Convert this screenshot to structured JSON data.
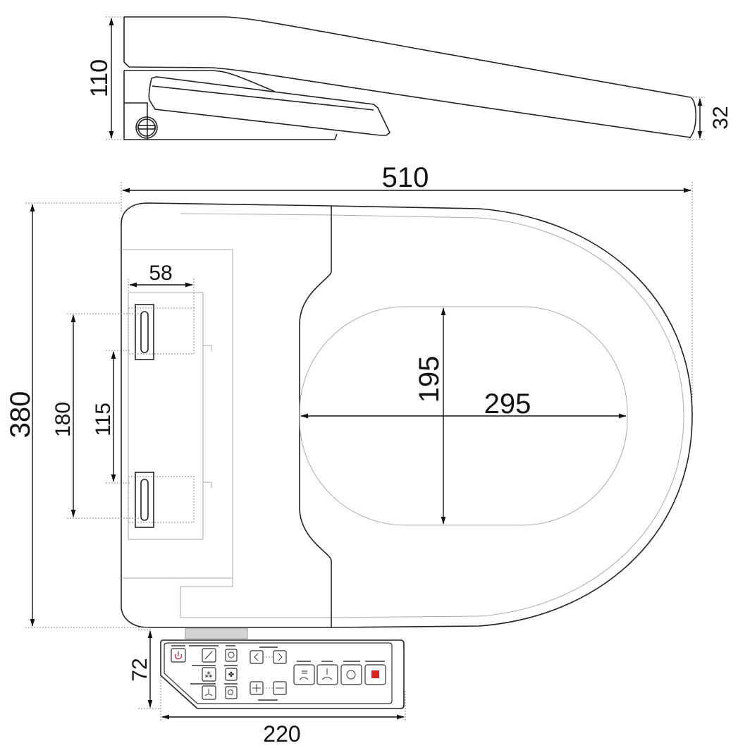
{
  "dimensions": {
    "side_height": "110",
    "side_tip_height": "32",
    "total_length": "510",
    "total_width": "380",
    "hinge_width": "58",
    "hinge_outer_span": "180",
    "hinge_inner_span": "115",
    "opening_width": "195",
    "opening_length": "295",
    "panel_height": "72",
    "panel_width": "220"
  },
  "colors": {
    "stop_button": "#e02020",
    "power_icon": "#d02030",
    "connector": "#d4d4d4"
  }
}
